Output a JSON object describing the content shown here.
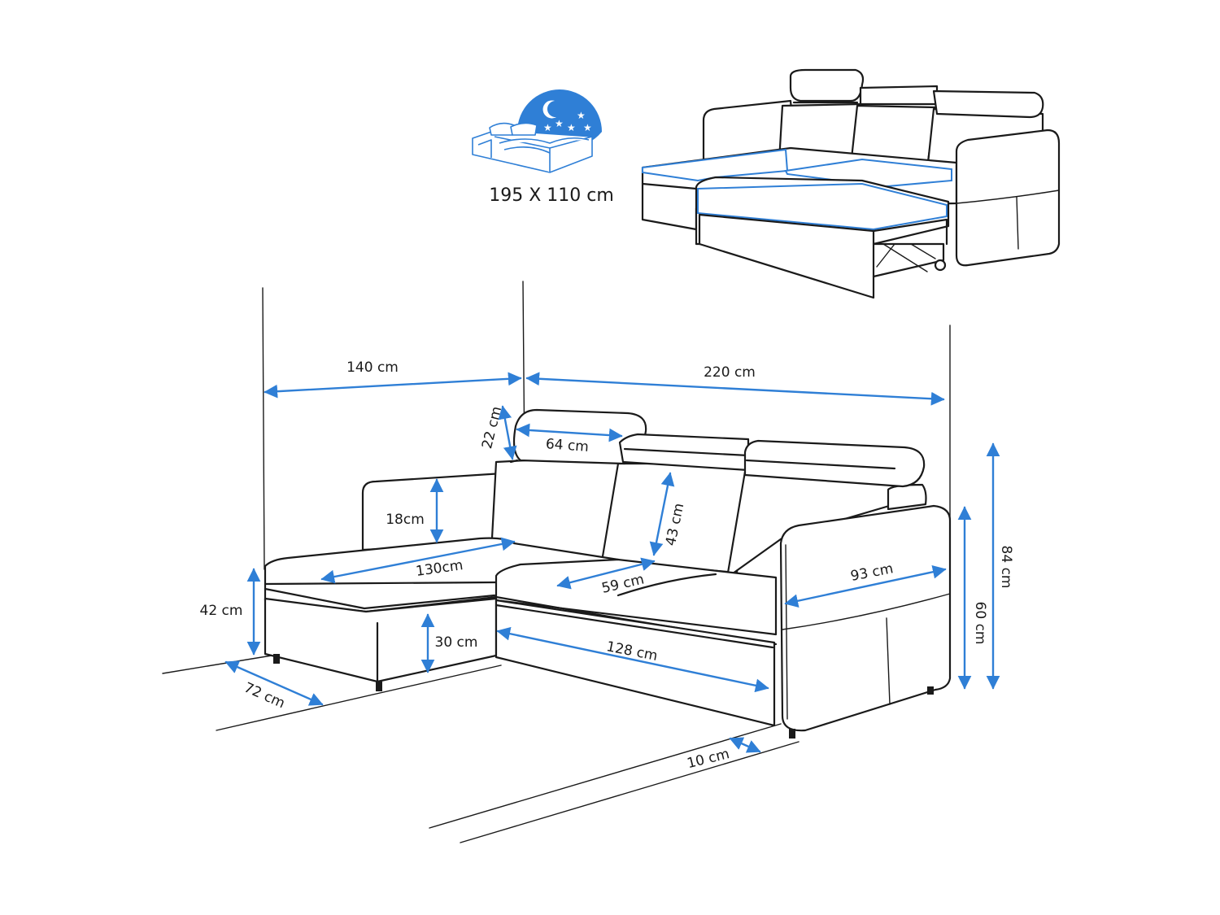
{
  "colors": {
    "accent": "#2f7fd6",
    "outline": "#1a1a1a",
    "background": "#ffffff"
  },
  "sleep_area": {
    "icon": "sleep-bed-night-icon",
    "label": "195 X 110 cm"
  },
  "dimensions": {
    "width_chaise": "140 cm",
    "width_sofa": "220 cm",
    "headrest_height": "22 cm",
    "headrest_width": "64  cm",
    "armrest_height": "18cm",
    "backrest_height": "43 cm",
    "chaise_length": "130cm",
    "seat_depth": "59 cm",
    "armrest_length": "93 cm",
    "seat_height": "42 cm",
    "storage_height": "30 cm",
    "sleep_length": "128 cm",
    "chaise_width": "72 cm",
    "back_height": "60 cm",
    "total_height": "84 cm",
    "leg_offset": "10 cm"
  }
}
